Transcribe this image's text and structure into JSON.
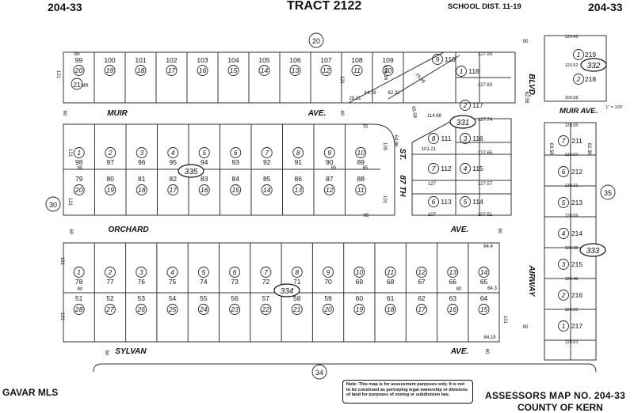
{
  "header": {
    "map_left": "204-33",
    "title": "TRACT 2122",
    "school_dist": "SCHOOL DIST. 11-19",
    "map_right": "204-33"
  },
  "streets": {
    "muir": "MUIR",
    "muir_ave": "AVE.",
    "muir_right": "MUIR AVE.",
    "orchard": "ORCHARD",
    "orchard_ave": "AVE.",
    "sylvan": "SYLVAN",
    "sylvan_ave": "AVE.",
    "st87": "87 TH",
    "st": "ST.",
    "blvd": "BLVD.",
    "airway": "AIRWAY"
  },
  "map_numbers": {
    "m20": "20",
    "m30": "30",
    "m34": "34",
    "m35": "35",
    "m331": "331",
    "m332": "332",
    "m333": "333",
    "m334": "334",
    "m335": "335"
  },
  "scale": "1\" = 100'",
  "mr": "MR",
  "mr_num": "21",
  "block1": {
    "top_lots": [
      "99",
      "100",
      "101",
      "102",
      "103",
      "104",
      "105",
      "106",
      "107",
      "108",
      "109"
    ],
    "top_parcels": [
      "20",
      "19",
      "18",
      "17",
      "16",
      "15",
      "14",
      "13",
      "12",
      "11",
      "10"
    ],
    "small_lots": [
      "89",
      "88"
    ]
  },
  "block2": {
    "row1_parcels": [
      "1",
      "2",
      "3",
      "4",
      "5",
      "6",
      "7",
      "8",
      "9",
      "10"
    ],
    "row1_lots": [
      "98",
      "97",
      "96",
      "95",
      "94",
      "93",
      "92",
      "91",
      "90",
      "89"
    ],
    "row2_lots": [
      "79",
      "80",
      "81",
      "82",
      "83",
      "84",
      "85",
      "86",
      "87",
      "88"
    ],
    "row2_parcels": [
      "20",
      "19",
      "18",
      "17",
      "16",
      "15",
      "14",
      "13",
      "12",
      "11"
    ]
  },
  "block3": {
    "row1_parcels": [
      "1",
      "2",
      "3",
      "4",
      "5",
      "6",
      "7",
      "8",
      "9",
      "10",
      "11",
      "12",
      "13",
      "14"
    ],
    "row1_lots": [
      "78",
      "77",
      "76",
      "75",
      "74",
      "73",
      "72",
      "71",
      "70",
      "69",
      "68",
      "67",
      "66",
      "65"
    ],
    "row2_lots": [
      "51",
      "52",
      "53",
      "54",
      "55",
      "56",
      "57",
      "58",
      "59",
      "60",
      "61",
      "62",
      "63",
      "64"
    ],
    "row2_parcels": [
      "28",
      "27",
      "26",
      "25",
      "24",
      "23",
      "22",
      "21",
      "20",
      "19",
      "18",
      "17",
      "16",
      "15"
    ]
  },
  "east_block": {
    "lots": [
      "118",
      "117",
      "116",
      "111",
      "112",
      "115",
      "113",
      "114",
      "110"
    ],
    "parcels": [
      "1",
      "2",
      "3",
      "8",
      "7",
      "4",
      "6",
      "5",
      "9"
    ]
  },
  "right_strip": {
    "top_lots": [
      "219",
      "218"
    ],
    "top_parcels": [
      "1",
      "2"
    ],
    "lots": [
      "211",
      "212",
      "213",
      "214",
      "215",
      "216",
      "217"
    ],
    "parcels": [
      "7",
      "6",
      "5",
      "4",
      "3",
      "2",
      "1"
    ],
    "dims": [
      "120.43",
      "120.52",
      "100.58",
      "120.05",
      "120.07",
      "120.21",
      "120.09",
      "120.38",
      "120.48",
      "120.55",
      "120.63"
    ]
  },
  "dims": {
    "d121": "121",
    "d80": "80",
    "d60": "60",
    "d90": "90",
    "d70": "70",
    "d65": "65",
    "d85": "85",
    "d105": "105",
    "d101": "101",
    "d107": "107",
    "d127": "127",
    "d12793": "127.93",
    "d12783": "127.83",
    "d12774": "127.74",
    "d12765": "127.65",
    "d12757": "127.57",
    "d10751": "107.51",
    "d644": "64.4",
    "d643": "64.3",
    "d6419": "64.19",
    "d6232": "62.32",
    "d4419": "44.19",
    "d2821": "28.21",
    "d11488": "114.88",
    "d7986": "79.86",
    "d10616": "106.16",
    "d6496": "64.96",
    "d6558": "65.58",
    "d6258": "62.58",
    "d10121": "101.21",
    "d6358": "63.58",
    "d6236": "62.36"
  },
  "note": "Note: This map is for assessment purposes only. It is not to be construed as portraying legal ownership or divisions of land for purposes of zoning or subdivision law.",
  "footer": {
    "assessor": "ASSESSORS MAP NO. 204-33",
    "county": "COUNTY OF KERN"
  },
  "brand": "GAVAR MLS"
}
